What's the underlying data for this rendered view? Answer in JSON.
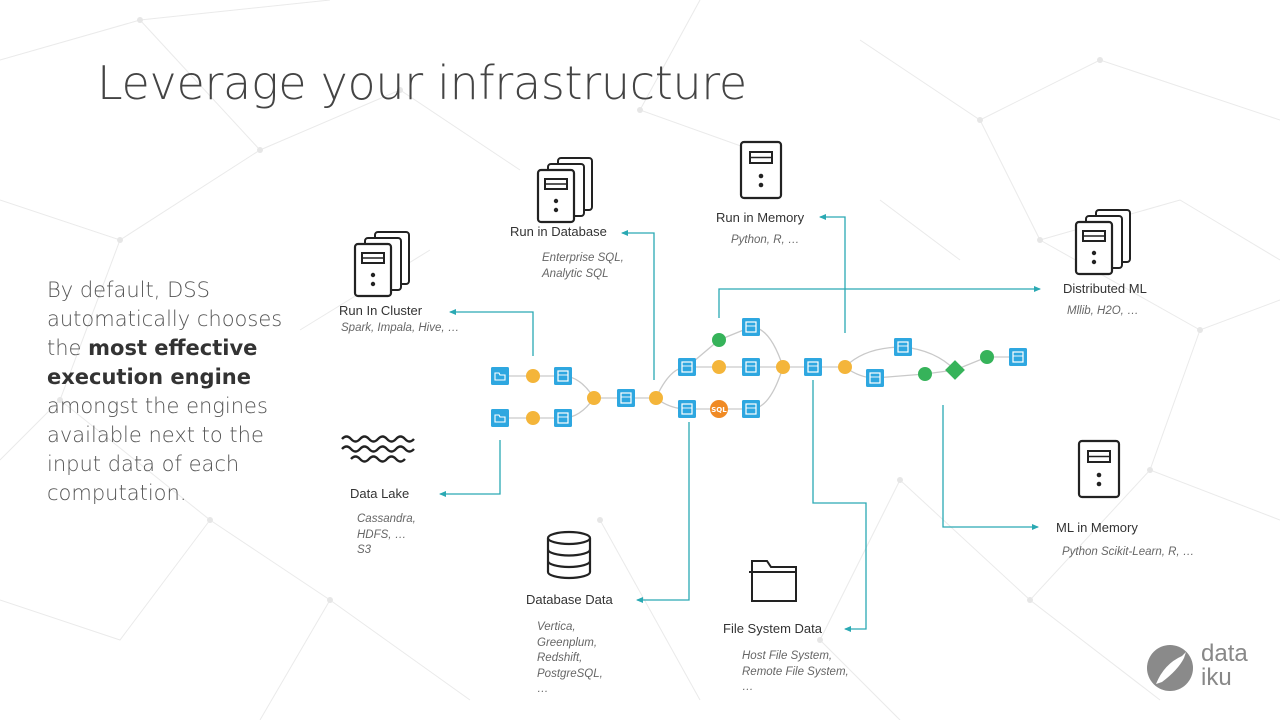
{
  "slide": {
    "title": "Leverage your infrastructure",
    "intro": {
      "prefix": "By default, DSS automatically chooses the ",
      "bold": "most effective execution engine",
      "suffix": " amongst the engines available next to the input data of each computation."
    }
  },
  "engines": {
    "run_in_cluster": {
      "label": "Run In Cluster",
      "detail": "Spark, Impala, Hive, …"
    },
    "run_in_database": {
      "label": "Run in Database",
      "detail": "Enterprise SQL,\nAnalytic SQL"
    },
    "run_in_memory": {
      "label": "Run in Memory",
      "detail": "Python, R, …"
    },
    "distributed_ml": {
      "label": "Distributed ML",
      "detail": "Mllib, H2O, …"
    },
    "ml_in_memory": {
      "label": "ML in Memory",
      "detail": "Python Scikit-Learn, R, …"
    }
  },
  "storage": {
    "data_lake": {
      "label": "Data Lake",
      "detail": "Cassandra,\nHDFS, …\nS3"
    },
    "database_data": {
      "label": "Database Data",
      "detail": "Vertica,\nGreenplum,\nRedshift,\nPostgreSQL,\n…"
    },
    "file_system_data": {
      "label": "File System Data",
      "detail": "Host File System,\nRemote File System,\n…"
    }
  },
  "flow": {
    "sql_badge": "SQL"
  },
  "logo": {
    "text": "data\niku"
  },
  "colors": {
    "arrow": "#2aa9b3",
    "dataset": "#2ea7e0",
    "recipe": "#f4b53a",
    "ml_recipe": "#36b35a",
    "sql_recipe": "#f08a24",
    "icon": "#222222",
    "title": "#444444"
  }
}
